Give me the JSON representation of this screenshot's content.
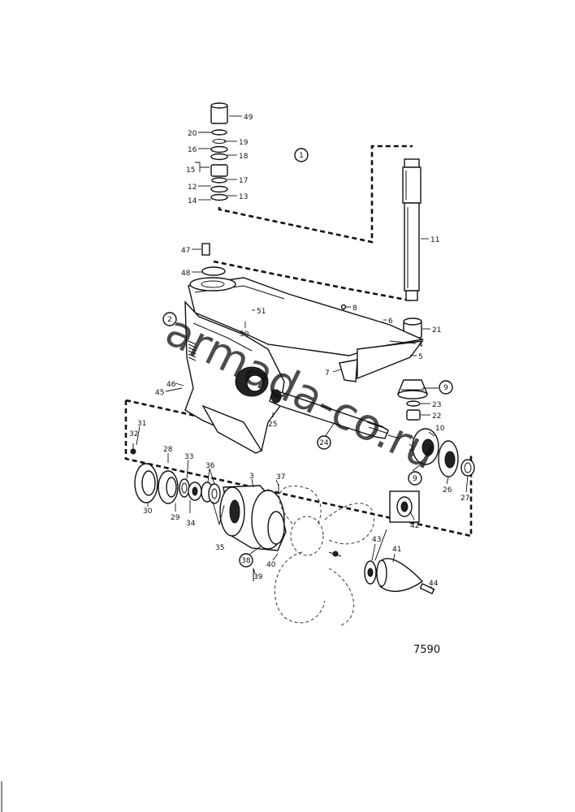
{
  "drawing_number": "7590",
  "watermark": "armada-co.ru",
  "part_labels": [
    "49",
    "20",
    "19",
    "16",
    "18",
    "15",
    "17",
    "12",
    "13",
    "14",
    "1",
    "11",
    "47",
    "48",
    "2",
    "51",
    "50",
    "8",
    "6",
    "21",
    "4",
    "5",
    "7",
    "9",
    "23",
    "22",
    "46",
    "45",
    "25",
    "24",
    "10",
    "31",
    "32",
    "28",
    "33",
    "36",
    "3",
    "37",
    "30",
    "29",
    "34",
    "35",
    "38",
    "40",
    "39",
    "43",
    "41",
    "44",
    "42",
    "26",
    "27"
  ],
  "circled_labels": [
    "1",
    "2",
    "9",
    "24",
    "38"
  ]
}
